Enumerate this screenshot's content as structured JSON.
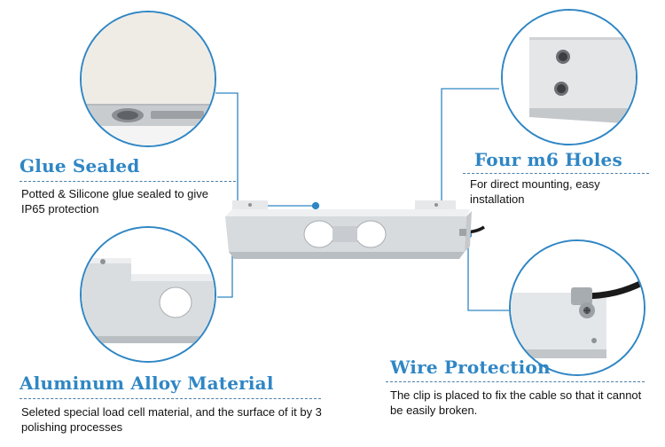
{
  "features": [
    {
      "id": "glue",
      "title": "Glue Sealed",
      "description": "Potted & Silicone glue sealed to give IP65 protection"
    },
    {
      "id": "holes",
      "title": "Four m6 Holes",
      "description": "For direct mounting, easy installation"
    },
    {
      "id": "aluminum",
      "title": "Aluminum Alloy Material",
      "description": "Seleted special load cell material, and the surface of it by 3 polishing processes"
    },
    {
      "id": "wire",
      "title": "Wire Protection",
      "description": "The clip is placed to fix the cable so that it cannot be easily broken."
    }
  ],
  "colors": {
    "heading": "#2f86c4",
    "circle_border": "#2f86c4",
    "leader_line": "#2f86c4",
    "divider": "#4a7fa8",
    "text": "#111111",
    "aluminum": "#d9dde0"
  }
}
